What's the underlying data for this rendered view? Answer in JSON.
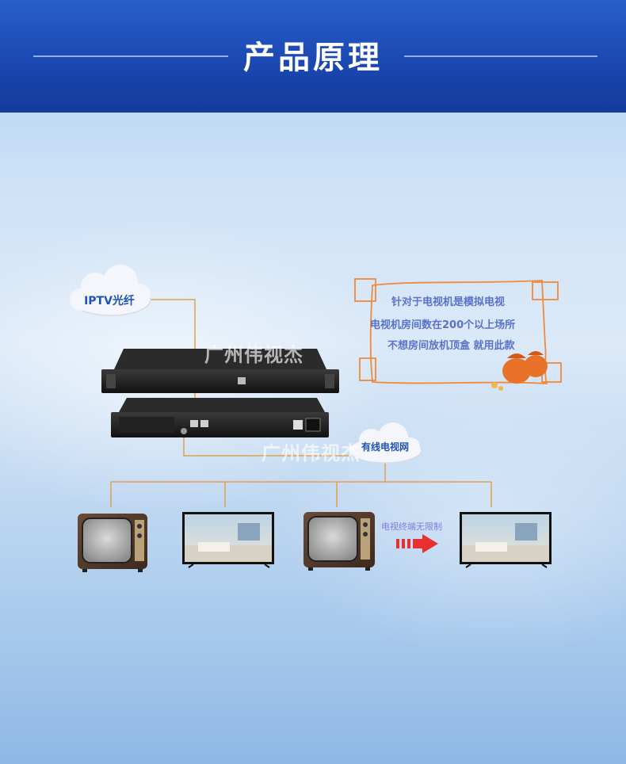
{
  "header": {
    "title": "产品原理"
  },
  "diagram": {
    "iptv_label": "IPTV光纤",
    "cable_label": "有线电视网",
    "watermark_top": "广州伟视杰",
    "watermark_bottom": "广州伟视杰",
    "note": {
      "line1": "针对于电视机是模拟电视",
      "line2": "电视机房间数在200个以上场所",
      "line3": "不想房间放机顶盒 就用此款"
    },
    "terminal_label": "电视终端无限制"
  },
  "colors": {
    "header_bg": "#1a46b0",
    "connector": "#e0a050",
    "note_border": "#f08a3a",
    "note_text": "#5a72c9",
    "arrow": "#e83030"
  },
  "icons": [
    "cloud-icon",
    "money-bag-icon",
    "red-arrow-icon"
  ]
}
